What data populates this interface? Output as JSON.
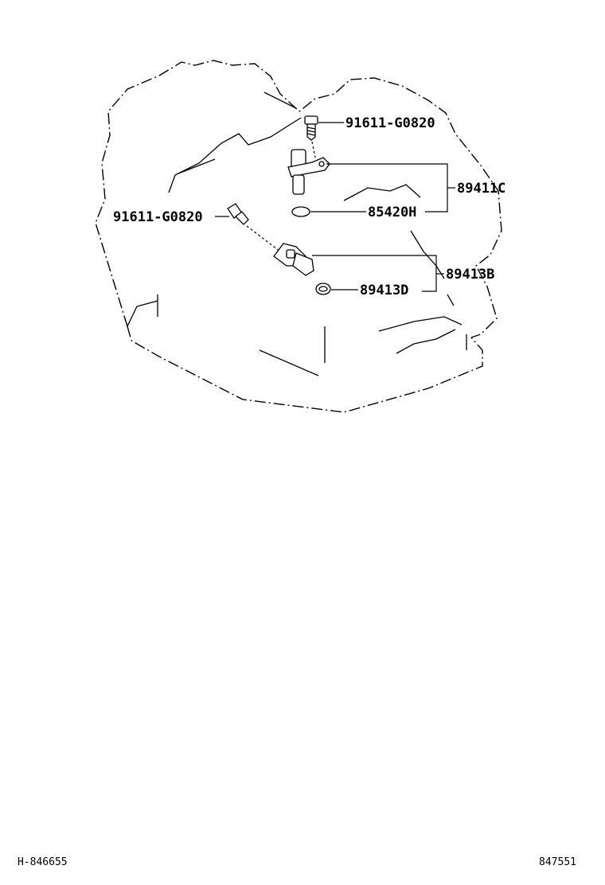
{
  "labels": {
    "bolt_top": "91611-G0820",
    "bolt_left": "91611-G0820",
    "sensor_upper": "89411C",
    "oring_upper": "85420H",
    "sensor_lower": "89413B",
    "oring_lower": "89413D"
  },
  "footer": {
    "left_code": "H-846655",
    "right_code": "847551"
  }
}
